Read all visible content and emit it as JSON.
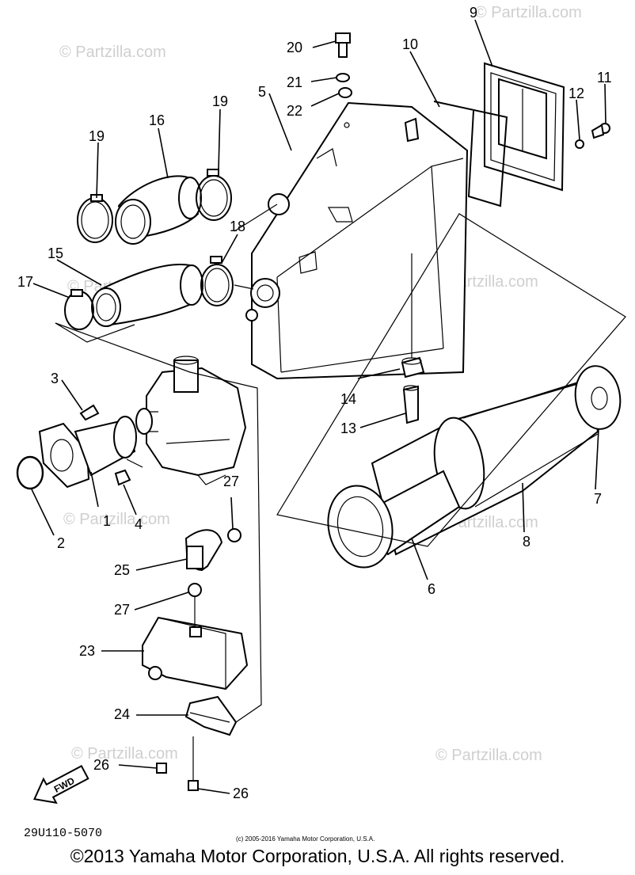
{
  "diagram": {
    "part_labels": [
      "1",
      "2",
      "3",
      "4",
      "5",
      "6",
      "7",
      "8",
      "9",
      "10",
      "11",
      "12",
      "13",
      "14",
      "15",
      "16",
      "17",
      "18",
      "19",
      "19",
      "20",
      "21",
      "22",
      "23",
      "24",
      "25",
      "26",
      "26",
      "27",
      "27"
    ],
    "fwd_label": "FWD",
    "diagram_code": "29U110-5070",
    "small_copyright": "(c) 2005-2016 Yamaha Motor Corporation, U.S.A.",
    "watermark": "© Partzilla.com"
  },
  "footer": {
    "copyright": "©2013 Yamaha Motor Corporation, U.S.A. All rights reserved."
  }
}
